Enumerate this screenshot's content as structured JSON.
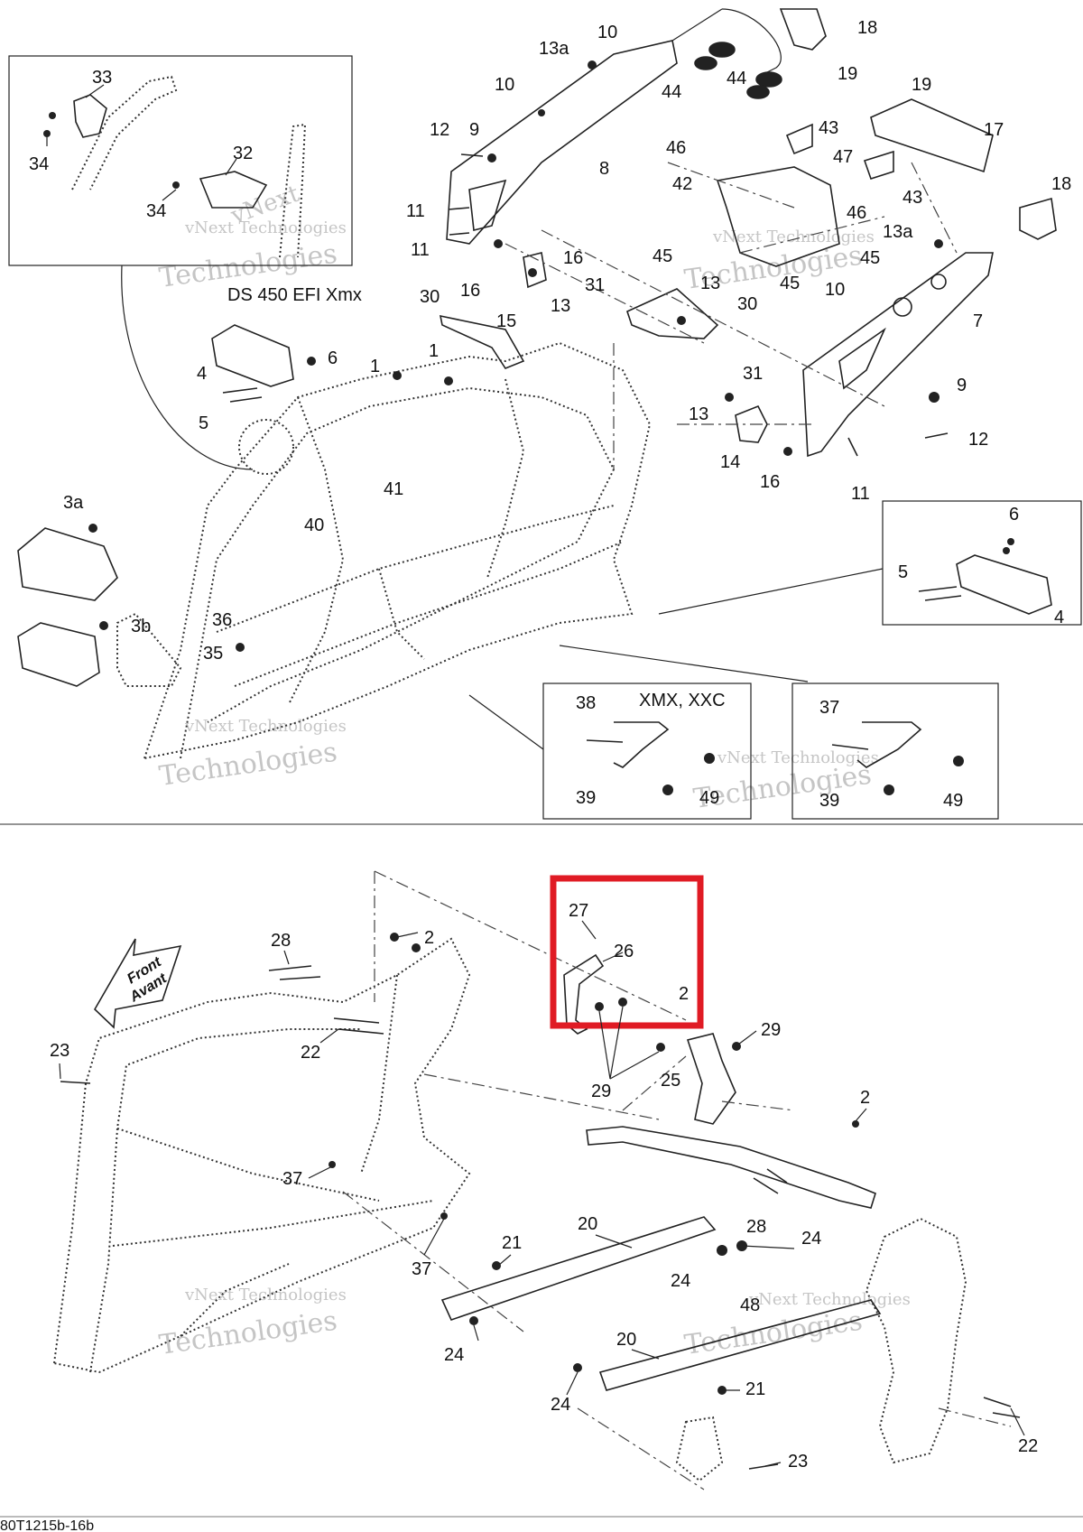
{
  "diagram_code": "80T1215b-16b",
  "highlight_color": "#e01b24",
  "watermark": {
    "line1": "vNext Technologies",
    "line2": "Technologies",
    "line3": "vNext"
  },
  "callouts": {
    "c33": "33",
    "c34a": "34",
    "c32": "32",
    "c34b": "34",
    "c13a_top": "13a",
    "c10_top": "10",
    "c10_left": "10",
    "c12_top": "12",
    "c9_top": "9",
    "c8": "8",
    "c11a": "11",
    "c11b": "11",
    "c16a": "16",
    "c16b": "16",
    "c15": "15",
    "c13_a": "13",
    "c18_top": "18",
    "c44a": "44",
    "c44b": "44",
    "c19a": "19",
    "c19b": "19",
    "c17": "17",
    "c43a": "43",
    "c46a": "46",
    "c47": "47",
    "c42": "42",
    "c43b": "43",
    "c46b": "46",
    "c45a": "45",
    "c45b": "45",
    "c45c": "45",
    "c18_right": "18",
    "c13a_right": "13a",
    "c30a": "30",
    "c31a": "31",
    "c13_b": "13",
    "c30b": "30",
    "c31b": "31",
    "c10_right": "10",
    "c7": "7",
    "c4_top": "4",
    "c6_top": "6",
    "c5_top": "5",
    "c1a": "1",
    "c1b": "1",
    "c9_right": "9",
    "c13_c": "13",
    "c12_right": "12",
    "c14": "14",
    "c16c": "16",
    "c11c": "11",
    "c41": "41",
    "c40": "40",
    "c3a": "3a",
    "c3b": "3b",
    "c36": "36",
    "c35": "35",
    "c6_inset": "6",
    "c5_inset": "5",
    "c4_inset": "4",
    "c38": "38",
    "c39a": "39",
    "c49a": "49",
    "c37_inset": "37",
    "c39b": "39",
    "c49b": "49",
    "c27": "27",
    "c26": "26",
    "c2_box": "2",
    "c28a": "28",
    "c2a": "2",
    "c22a": "22",
    "c23a": "23",
    "c29a": "29",
    "c29b": "29",
    "c25": "25",
    "c2b": "2",
    "c37a": "37",
    "c37b": "37",
    "c28b": "28",
    "c20a": "20",
    "c21a": "21",
    "c24a": "24",
    "c24b": "24",
    "c24c": "24",
    "c48": "48",
    "c20b": "20",
    "c21b": "21",
    "c24d": "24",
    "c22b": "22",
    "c23b": "23"
  },
  "labels": {
    "ds450": "DS 450 EFI Xmx",
    "xmx_xxc": "XMX, XXC",
    "front": "Front",
    "avant": "Avant"
  }
}
